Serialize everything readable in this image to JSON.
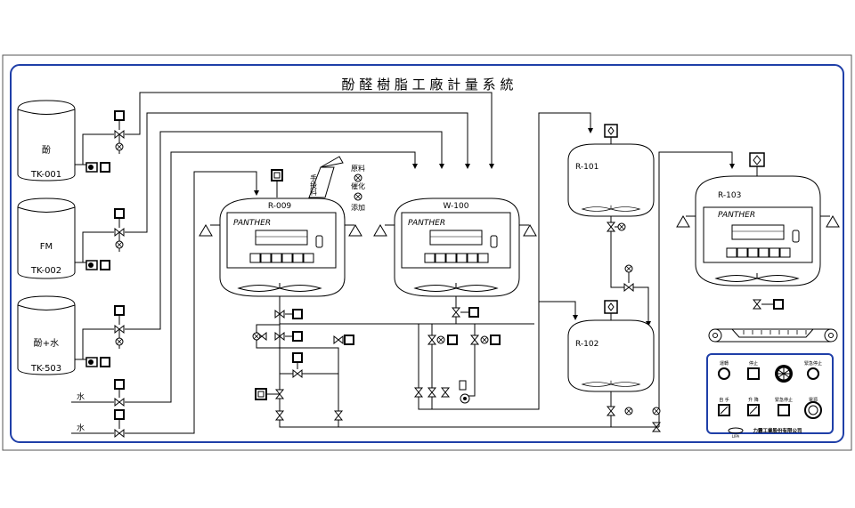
{
  "title": "酚 醛 樹 脂 工 廠 計 量 系 統",
  "tanks": {
    "tk001": {
      "content": "酚",
      "id": "TK-001"
    },
    "tk002": {
      "content": "FM",
      "id": "TK-002"
    },
    "tk503": {
      "content": "酚+水",
      "id": "TK-503"
    }
  },
  "water_lines": {
    "upper": "水",
    "lower": "水"
  },
  "reactors": {
    "r009": {
      "id": "R-009",
      "panel_brand": "PANTHER"
    },
    "w100": {
      "id": "W-100",
      "panel_brand": "PANTHER"
    },
    "r101": {
      "id": "R-101"
    },
    "r102": {
      "id": "R-102"
    },
    "r103": {
      "id": "R-103",
      "panel_brand": "PANTHER"
    }
  },
  "hopper_labels": {
    "left": "手投料",
    "top": "原料",
    "mid1": "催化",
    "mid2": "添加"
  },
  "control_panel": {
    "buttons": [
      "運轉",
      "停止",
      "",
      "緊急停止"
    ],
    "selectors": [
      "自 手",
      "升 降",
      "緊急停止",
      "電源"
    ],
    "company": "力霸工業股份有限公司"
  },
  "colors": {
    "frame": "#1f3fa8",
    "line": "#000000",
    "background": "#ffffff"
  }
}
